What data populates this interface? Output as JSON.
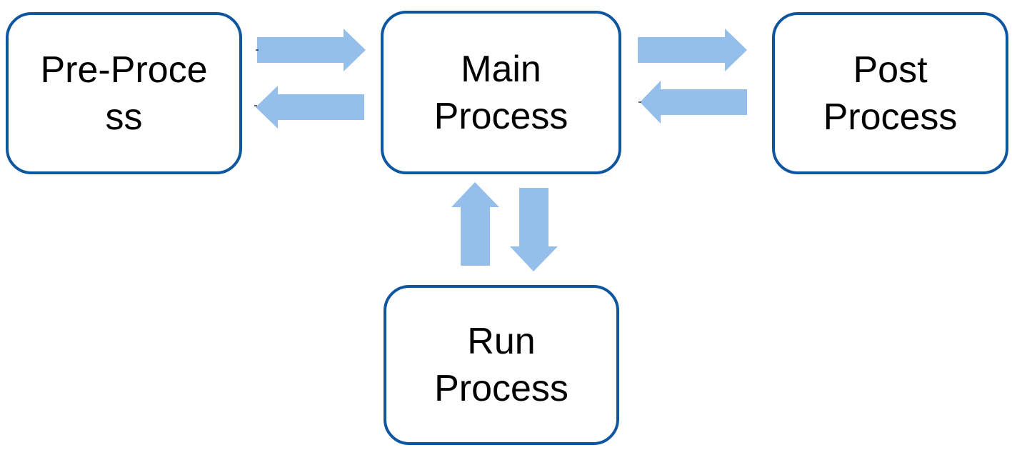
{
  "diagram": {
    "boxes": {
      "pre": {
        "lines": [
          "Pre-Proce",
          "ss"
        ]
      },
      "main": {
        "lines": [
          "Main",
          "Process"
        ]
      },
      "post": {
        "lines": [
          "Post",
          "Process"
        ]
      },
      "run": {
        "lines": [
          "Run",
          "Process"
        ]
      }
    },
    "connections": [
      {
        "from": "pre",
        "to": "main"
      },
      {
        "from": "main",
        "to": "pre"
      },
      {
        "from": "main",
        "to": "post"
      },
      {
        "from": "post",
        "to": "main"
      },
      {
        "from": "run",
        "to": "main"
      },
      {
        "from": "main",
        "to": "run"
      }
    ],
    "colors": {
      "box_border": "#0F56A0",
      "arrow_fill": "#94BFEB",
      "text": "#000000",
      "background": "#FFFFFF"
    }
  }
}
